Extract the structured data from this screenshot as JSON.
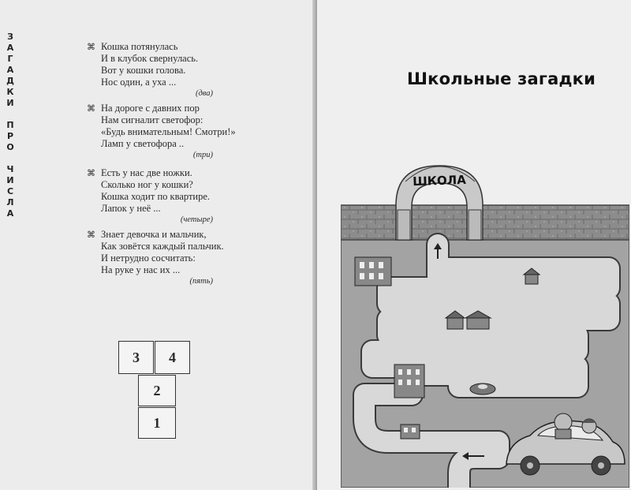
{
  "left_page": {
    "vertical_title": [
      "З",
      "А",
      "Г",
      "А",
      "Д",
      "К",
      "И",
      "",
      "П",
      "Р",
      "О",
      "",
      "Ч",
      "И",
      "С",
      "Л",
      "А"
    ],
    "riddle_mark": "⌘",
    "riddles": [
      {
        "lines": [
          "Кошка потянулась",
          "И в клубок свернулась.",
          "Вот у кошки голова.",
          "Нос один, а уха ..."
        ],
        "answer": "(два)"
      },
      {
        "lines": [
          "На дороге с давних пор",
          "Нам сигналит светофор:",
          "«Будь внимательным! Смотри!»",
          "Ламп у светофора .."
        ],
        "answer": "(три)"
      },
      {
        "lines": [
          "Есть у нас две ножки.",
          "Сколько ног у кошки?",
          "Кошка ходит по квартире.",
          "Лапок у неё ..."
        ],
        "answer": "(четыре)"
      },
      {
        "lines": [
          "Знает девочка и мальчик,",
          "Как зовётся каждый пальчик.",
          "И нетрудно сосчитать:",
          "На руке у нас их ..."
        ],
        "answer": "(пять)"
      }
    ],
    "hopscotch": [
      "3",
      "4",
      "2",
      "1"
    ]
  },
  "right_page": {
    "title": "Школьные загадки",
    "school_sign": "ШКОЛА"
  },
  "colors": {
    "page": "#ececec",
    "stone_wall": "#8c8c8c",
    "ground": "#a3a3a3",
    "road": "#d8d8d8",
    "road_edge": "#3a3a3a",
    "ink": "#2a2a2a"
  }
}
